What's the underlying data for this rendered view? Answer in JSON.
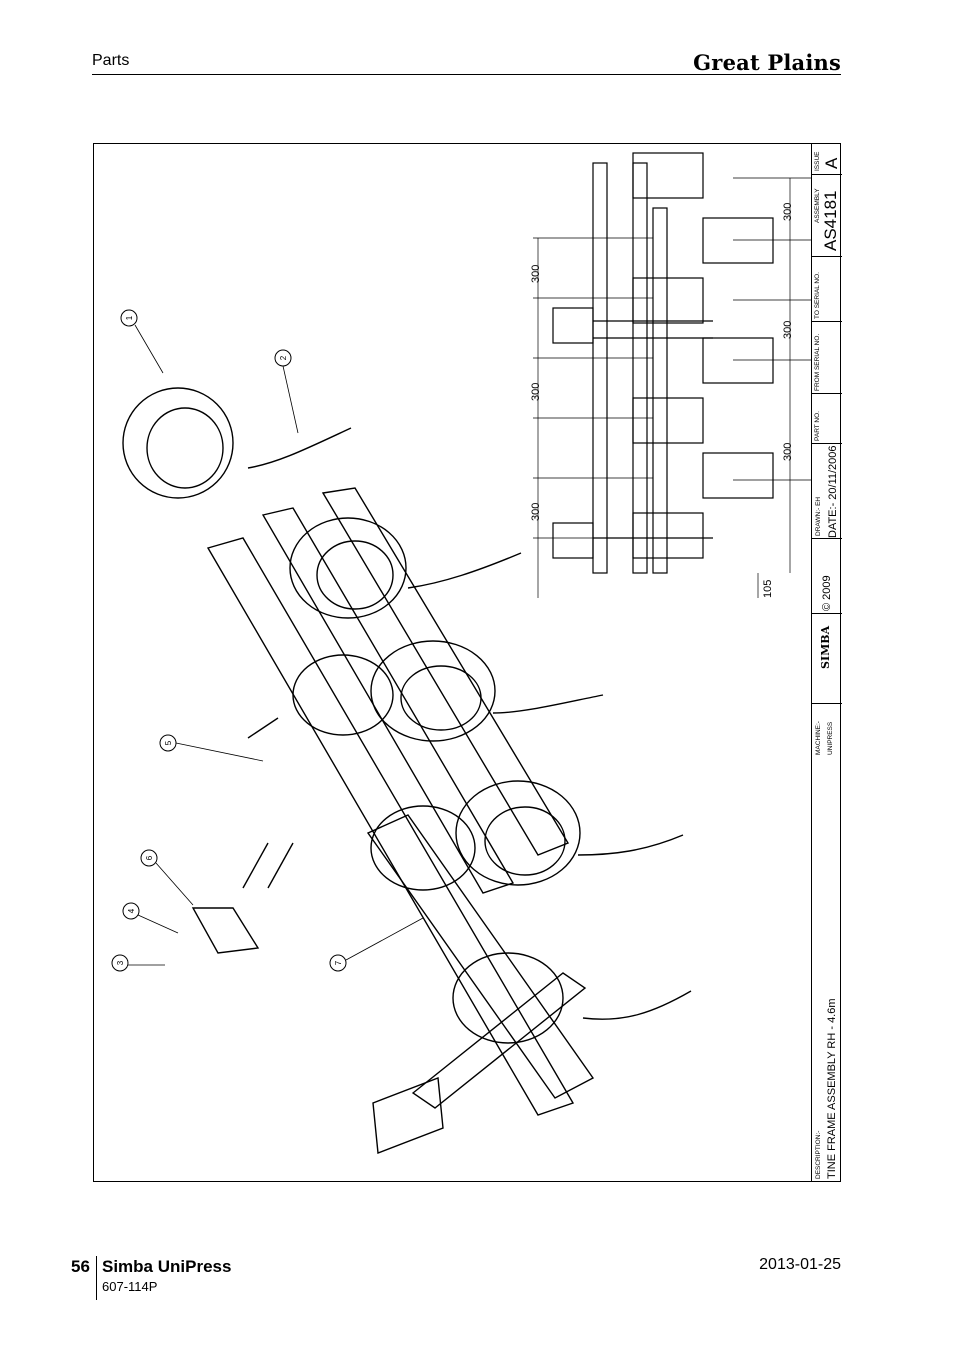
{
  "header": {
    "section": "Parts",
    "brand": "Great Plains"
  },
  "drawing": {
    "callouts": [
      "1",
      "2",
      "3",
      "4",
      "5",
      "6",
      "7"
    ],
    "dimensions": {
      "spacing_a": "300",
      "spacing_b": "300",
      "spacing_c": "300",
      "spacing_d": "300",
      "spacing_e": "300",
      "spacing_f": "300",
      "offset": "105"
    },
    "title_block": {
      "description_label": "DESCRIPTION:-",
      "description": "TINE FRAME ASSEMBLY RH - 4.6m",
      "machine_label": "MACHINE:-",
      "machine": "UNIPRESS",
      "maker": "SIMBA",
      "copyright": "© 2009",
      "drawn": "DRAWN:- EH",
      "date": "DATE:- 20/11/2006",
      "part_no_label": "PART NO.",
      "from_serial_label": "FROM SERIAL NO.",
      "to_serial_label": "TO SERIAL NO.",
      "assembly_label": "ASSEMBLY",
      "assembly": "AS4181",
      "issue_label": "ISSUE",
      "issue": "A"
    }
  },
  "footer": {
    "page": "56",
    "title": "Simba UniPress",
    "code": "607-114P",
    "date": "2013-01-25"
  }
}
